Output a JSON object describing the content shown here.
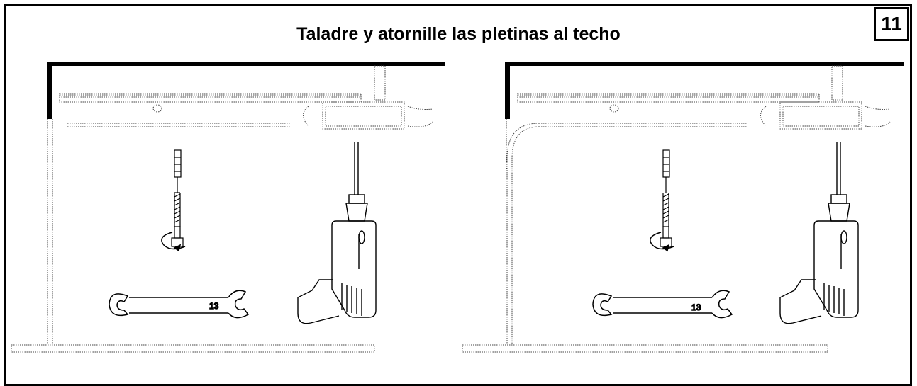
{
  "title": "Taladre y atornille las pletinas al techo",
  "step_number": "11",
  "panels": [
    {
      "id": "left",
      "wrench_size": "13",
      "wall_profile": "straight"
    },
    {
      "id": "right",
      "wrench_size": "13",
      "wall_profile": "curved"
    }
  ],
  "colors": {
    "line": "#000000",
    "dotted": "#444444",
    "background": "#ffffff"
  },
  "icons": [
    "wall-plug-icon",
    "lag-screw-icon",
    "rotate-arrow-icon",
    "wrench-icon",
    "drill-icon"
  ]
}
